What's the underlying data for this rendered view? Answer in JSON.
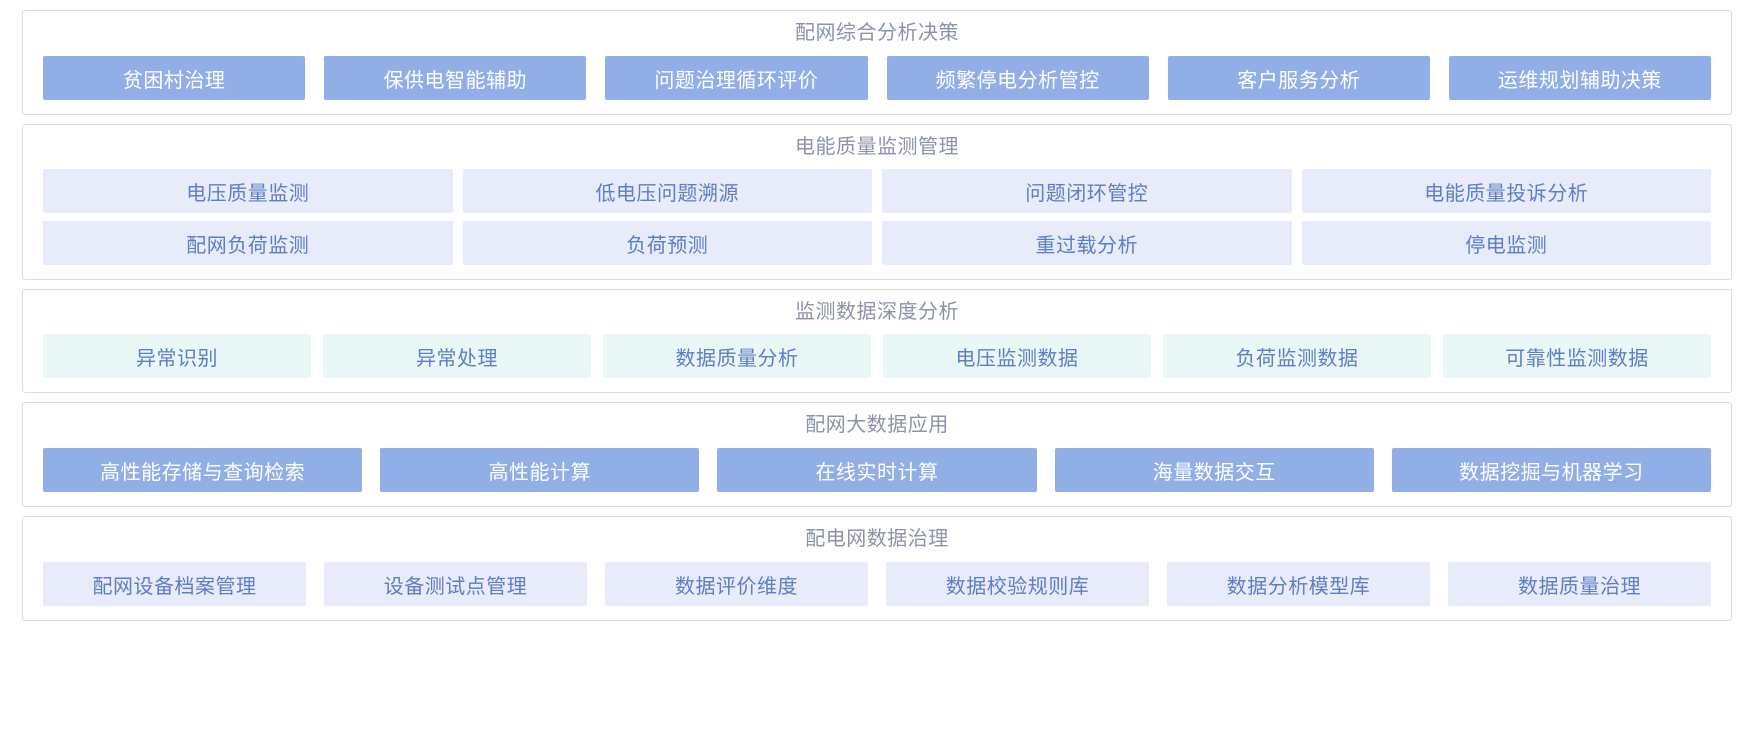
{
  "sections": [
    {
      "title": "配网综合分析决策",
      "style": "solid",
      "rows": [
        [
          "贫困村治理",
          "保供电智能辅助",
          "问题治理循环评价",
          "频繁停电分析管控",
          "客户服务分析",
          "运维规划辅助决策"
        ]
      ]
    },
    {
      "title": "电能质量监测管理",
      "style": "lavender",
      "rows": [
        [
          "电压质量监测",
          "低电压问题溯源",
          "问题闭环管控",
          "电能质量投诉分析"
        ],
        [
          "配网负荷监测",
          "负荷预测",
          "重过载分析",
          "停电监测"
        ]
      ]
    },
    {
      "title": "监测数据深度分析",
      "style": "mint",
      "rows": [
        [
          "异常识别",
          "异常处理",
          "数据质量分析",
          "电压监测数据",
          "负荷监测数据",
          "可靠性监测数据"
        ]
      ]
    },
    {
      "title": "配网大数据应用",
      "style": "solid",
      "rows": [
        [
          "高性能存储与查询检索",
          "高性能计算",
          "在线实时计算",
          "海量数据交互",
          "数据挖掘与机器学习"
        ]
      ]
    },
    {
      "title": "配电网数据治理",
      "style": "lavender",
      "rows": [
        [
          "配网设备档案管理",
          "设备测试点管理",
          "数据评价维度",
          "数据校验规则库",
          "数据分析模型库",
          "数据质量治理"
        ]
      ]
    }
  ],
  "colors": {
    "solid_bg": "#92aee6",
    "solid_text": "#ffffff",
    "lavender_bg": "#e8ebfa",
    "mint_bg": "#e9f7f6",
    "tag_text": "#5d7fc4",
    "title_text": "#8a93a8",
    "card_border": "#dcdcdc",
    "page_bg": "#ffffff"
  }
}
